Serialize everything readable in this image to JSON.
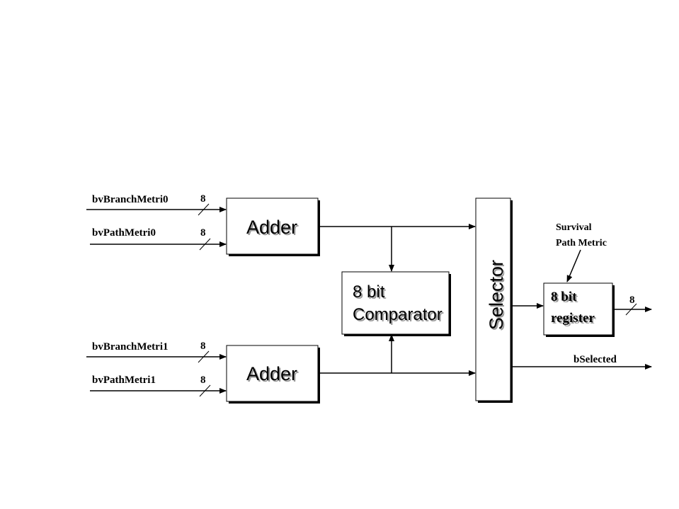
{
  "inputs": {
    "branch0": {
      "label": "bvBranchMetri0",
      "width": "8"
    },
    "path0": {
      "label": "bvPathMetri0",
      "width": "8"
    },
    "branch1": {
      "label": "bvBranchMetri1",
      "width": "8"
    },
    "path1": {
      "label": "bvPathMetri1",
      "width": "8"
    }
  },
  "blocks": {
    "adder_top": "Adder",
    "adder_bottom": "Adder",
    "comparator_line1": "8 bit",
    "comparator_line2": "Comparator",
    "selector": "Selector",
    "register_line1": "8 bit",
    "register_line2": "register"
  },
  "outputs": {
    "register_out_width": "8",
    "selected": "bSelected"
  },
  "annotation": {
    "line1": "Survival",
    "line2": "Path Metric"
  }
}
